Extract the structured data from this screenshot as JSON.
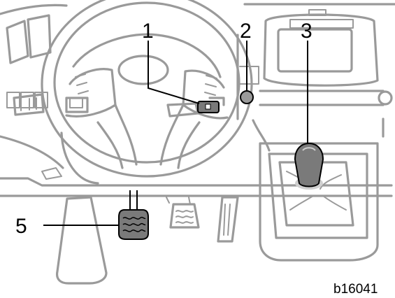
{
  "callouts": [
    {
      "id": "1",
      "label": "1"
    },
    {
      "id": "2",
      "label": "2"
    },
    {
      "id": "3",
      "label": "3"
    },
    {
      "id": "5",
      "label": "5"
    }
  ],
  "figure_code": "b16041",
  "colors": {
    "outline": "#9a9a9a",
    "highlight_fill": "#7a7a7a",
    "highlight_stroke": "#000000",
    "leader": "#000000"
  }
}
